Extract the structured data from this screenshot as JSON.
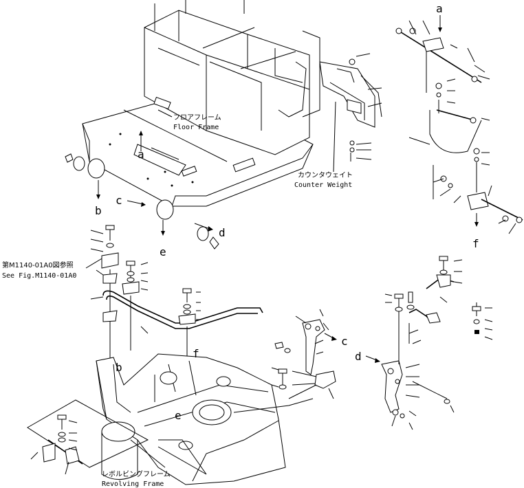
{
  "labels": {
    "floor_frame_jp": "フロアフレーム",
    "floor_frame_en": "Floor Frame",
    "counter_weight_jp": "カウンタウェイト",
    "counter_weight_en": "Counter Weight",
    "ref_jp": "第M1140-01A0図参照",
    "ref_en": "See Fig.M1140-01A0",
    "revolving_frame_jp": "レボルビングフレーム",
    "revolving_frame_en": "Revolving Frame"
  },
  "callouts": [
    "a",
    "b",
    "c",
    "d",
    "e",
    "f",
    "b",
    "e",
    "f",
    "c",
    "d",
    "a"
  ]
}
